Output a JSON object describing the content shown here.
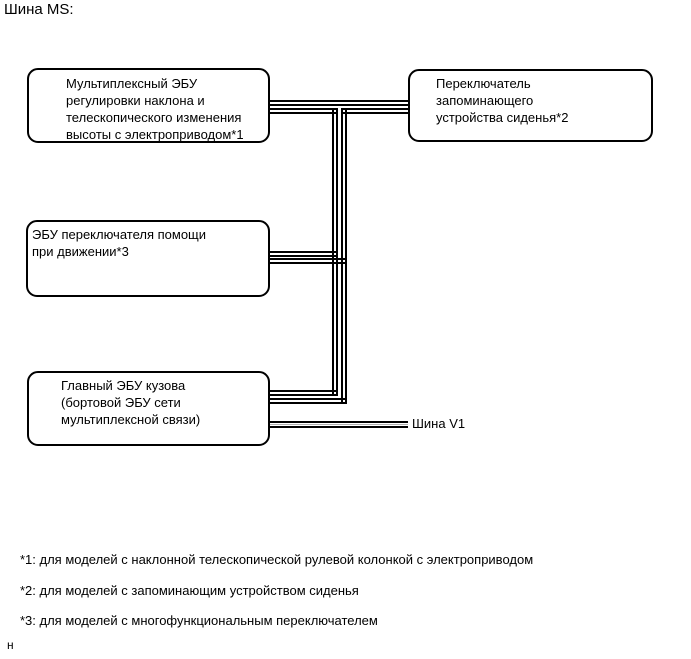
{
  "title": "Шина MS:",
  "diagram": {
    "nodes": [
      {
        "label": "Мультиплексный ЭБУ\nрегулировки наклона и\nтелескопического изменения\nвысоты с электроприводом*1"
      },
      {
        "label": "Переключатель\nзапоминающего\nустройства сиденья*2"
      },
      {
        "label": "ЭБУ переключателя помощи\nпри движении*3"
      },
      {
        "label": "Главный ЭБУ кузова\n(бортовой ЭБУ сети\nмультиплексной связи)"
      }
    ],
    "bus_v1_label": "Шина V1"
  },
  "footnotes": [
    "*1: для моделей с наклонной телескопической рулевой колонкой с электроприводом",
    "*2: для моделей с запоминающим устройством сиденья",
    "*3: для моделей с многофункциональным переключателем"
  ],
  "partial_text": "н",
  "colors": {
    "line": "#000000",
    "text": "#000000",
    "background": "#ffffff",
    "v1_center_stripe": "#b0b0b0"
  }
}
